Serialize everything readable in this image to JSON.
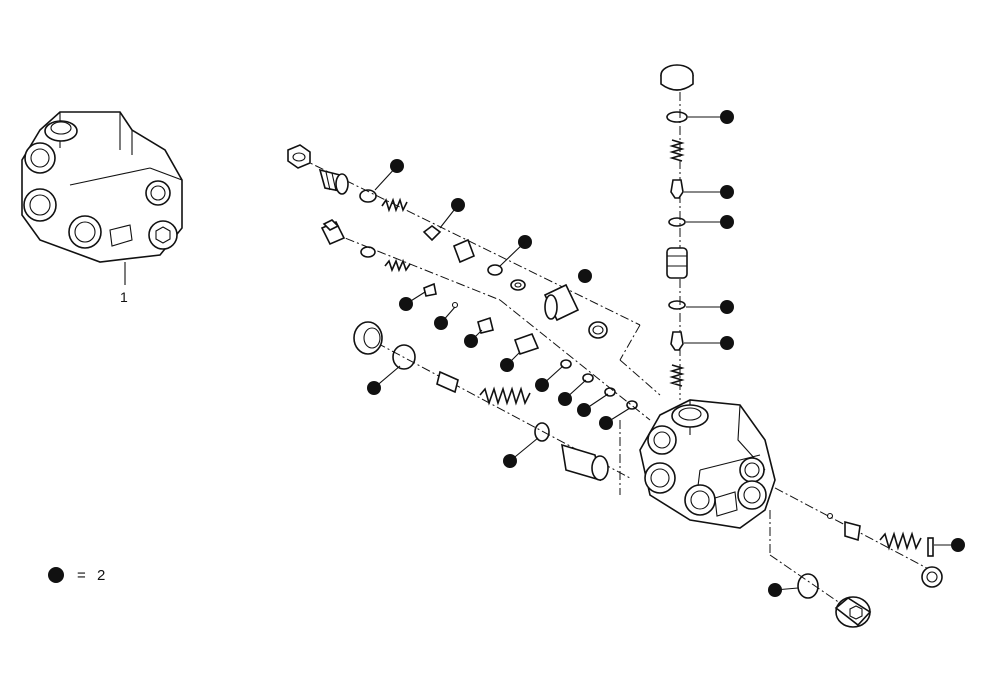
{
  "assembly_callout": "1",
  "legend": {
    "symbol": "filled-circle",
    "equals": "=",
    "value": "2"
  },
  "colors": {
    "ink": "#111111",
    "paper": "#ffffff"
  }
}
